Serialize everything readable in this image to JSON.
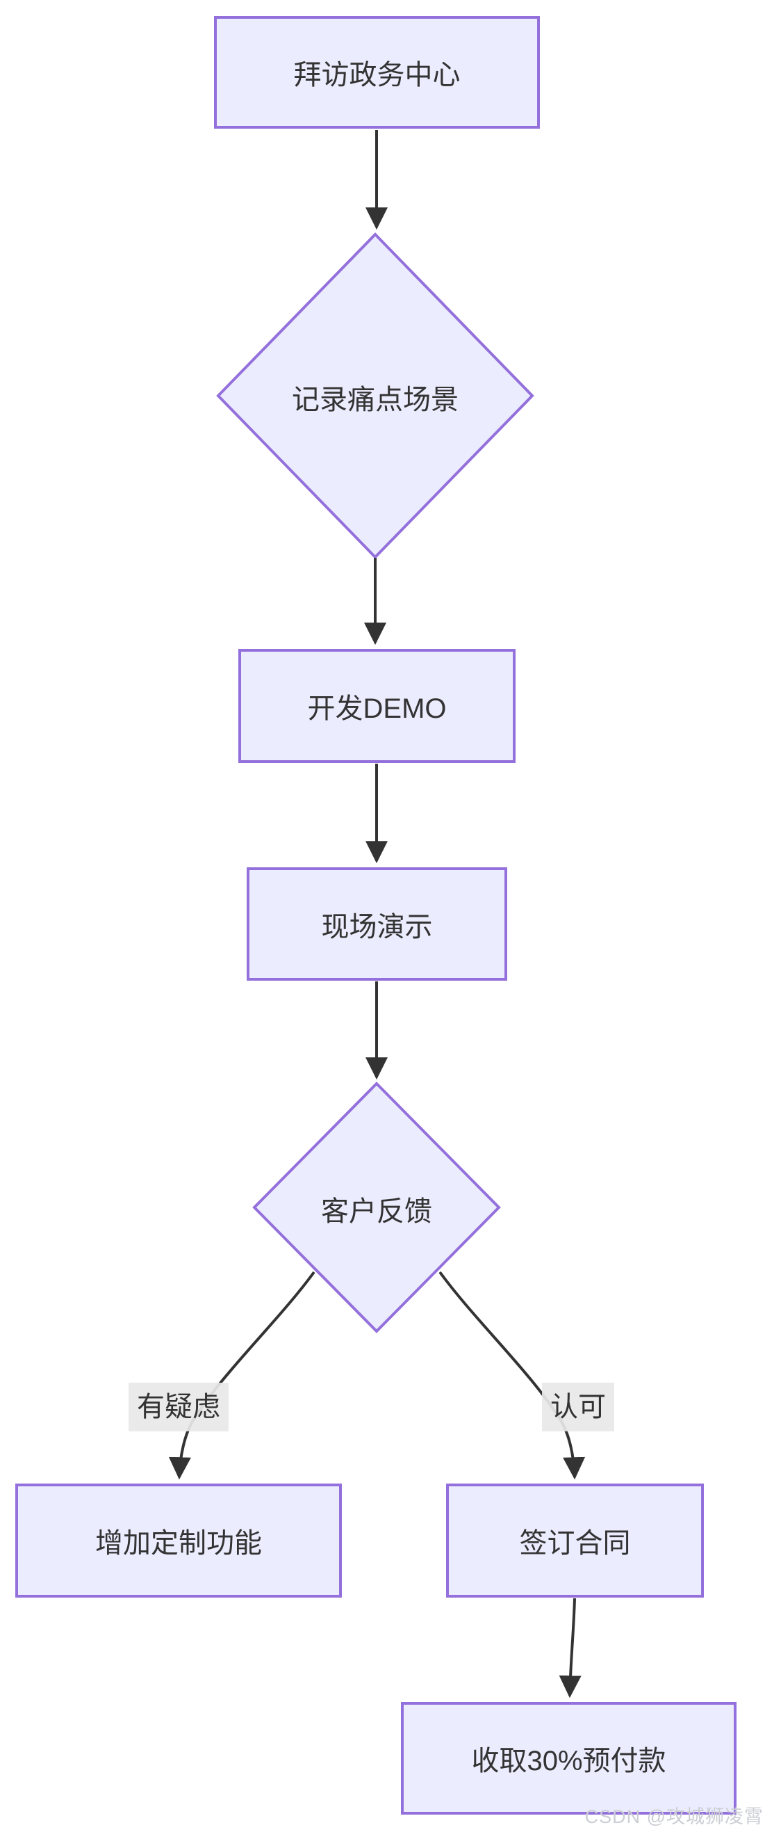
{
  "diagram": {
    "type": "flowchart",
    "direction": "top-down",
    "nodes": [
      {
        "id": "A",
        "shape": "rect",
        "label": "拜访政务中心"
      },
      {
        "id": "B",
        "shape": "diamond",
        "label": "记录痛点场景"
      },
      {
        "id": "C",
        "shape": "rect",
        "label": "开发DEMO"
      },
      {
        "id": "D",
        "shape": "rect",
        "label": "现场演示"
      },
      {
        "id": "E",
        "shape": "diamond",
        "label": "客户反馈"
      },
      {
        "id": "F",
        "shape": "rect",
        "label": "增加定制功能"
      },
      {
        "id": "G",
        "shape": "rect",
        "label": "签订合同"
      },
      {
        "id": "H",
        "shape": "rect",
        "label": "收取30%预付款"
      }
    ],
    "edges": [
      {
        "from": "A",
        "to": "B",
        "label": ""
      },
      {
        "from": "B",
        "to": "C",
        "label": ""
      },
      {
        "from": "C",
        "to": "D",
        "label": ""
      },
      {
        "from": "D",
        "to": "E",
        "label": ""
      },
      {
        "from": "E",
        "to": "F",
        "label": "有疑虑"
      },
      {
        "from": "E",
        "to": "G",
        "label": "认可"
      },
      {
        "from": "G",
        "to": "H",
        "label": ""
      }
    ],
    "colors": {
      "node_fill": "#ECECFF",
      "node_border": "#9370DB",
      "node_text": "#333333",
      "edge_line": "#333333",
      "edge_label_bg": "#e8e8e8"
    }
  },
  "watermark": {
    "text": "CSDN @攻城狮凌霄",
    "color": "#cbced4"
  }
}
